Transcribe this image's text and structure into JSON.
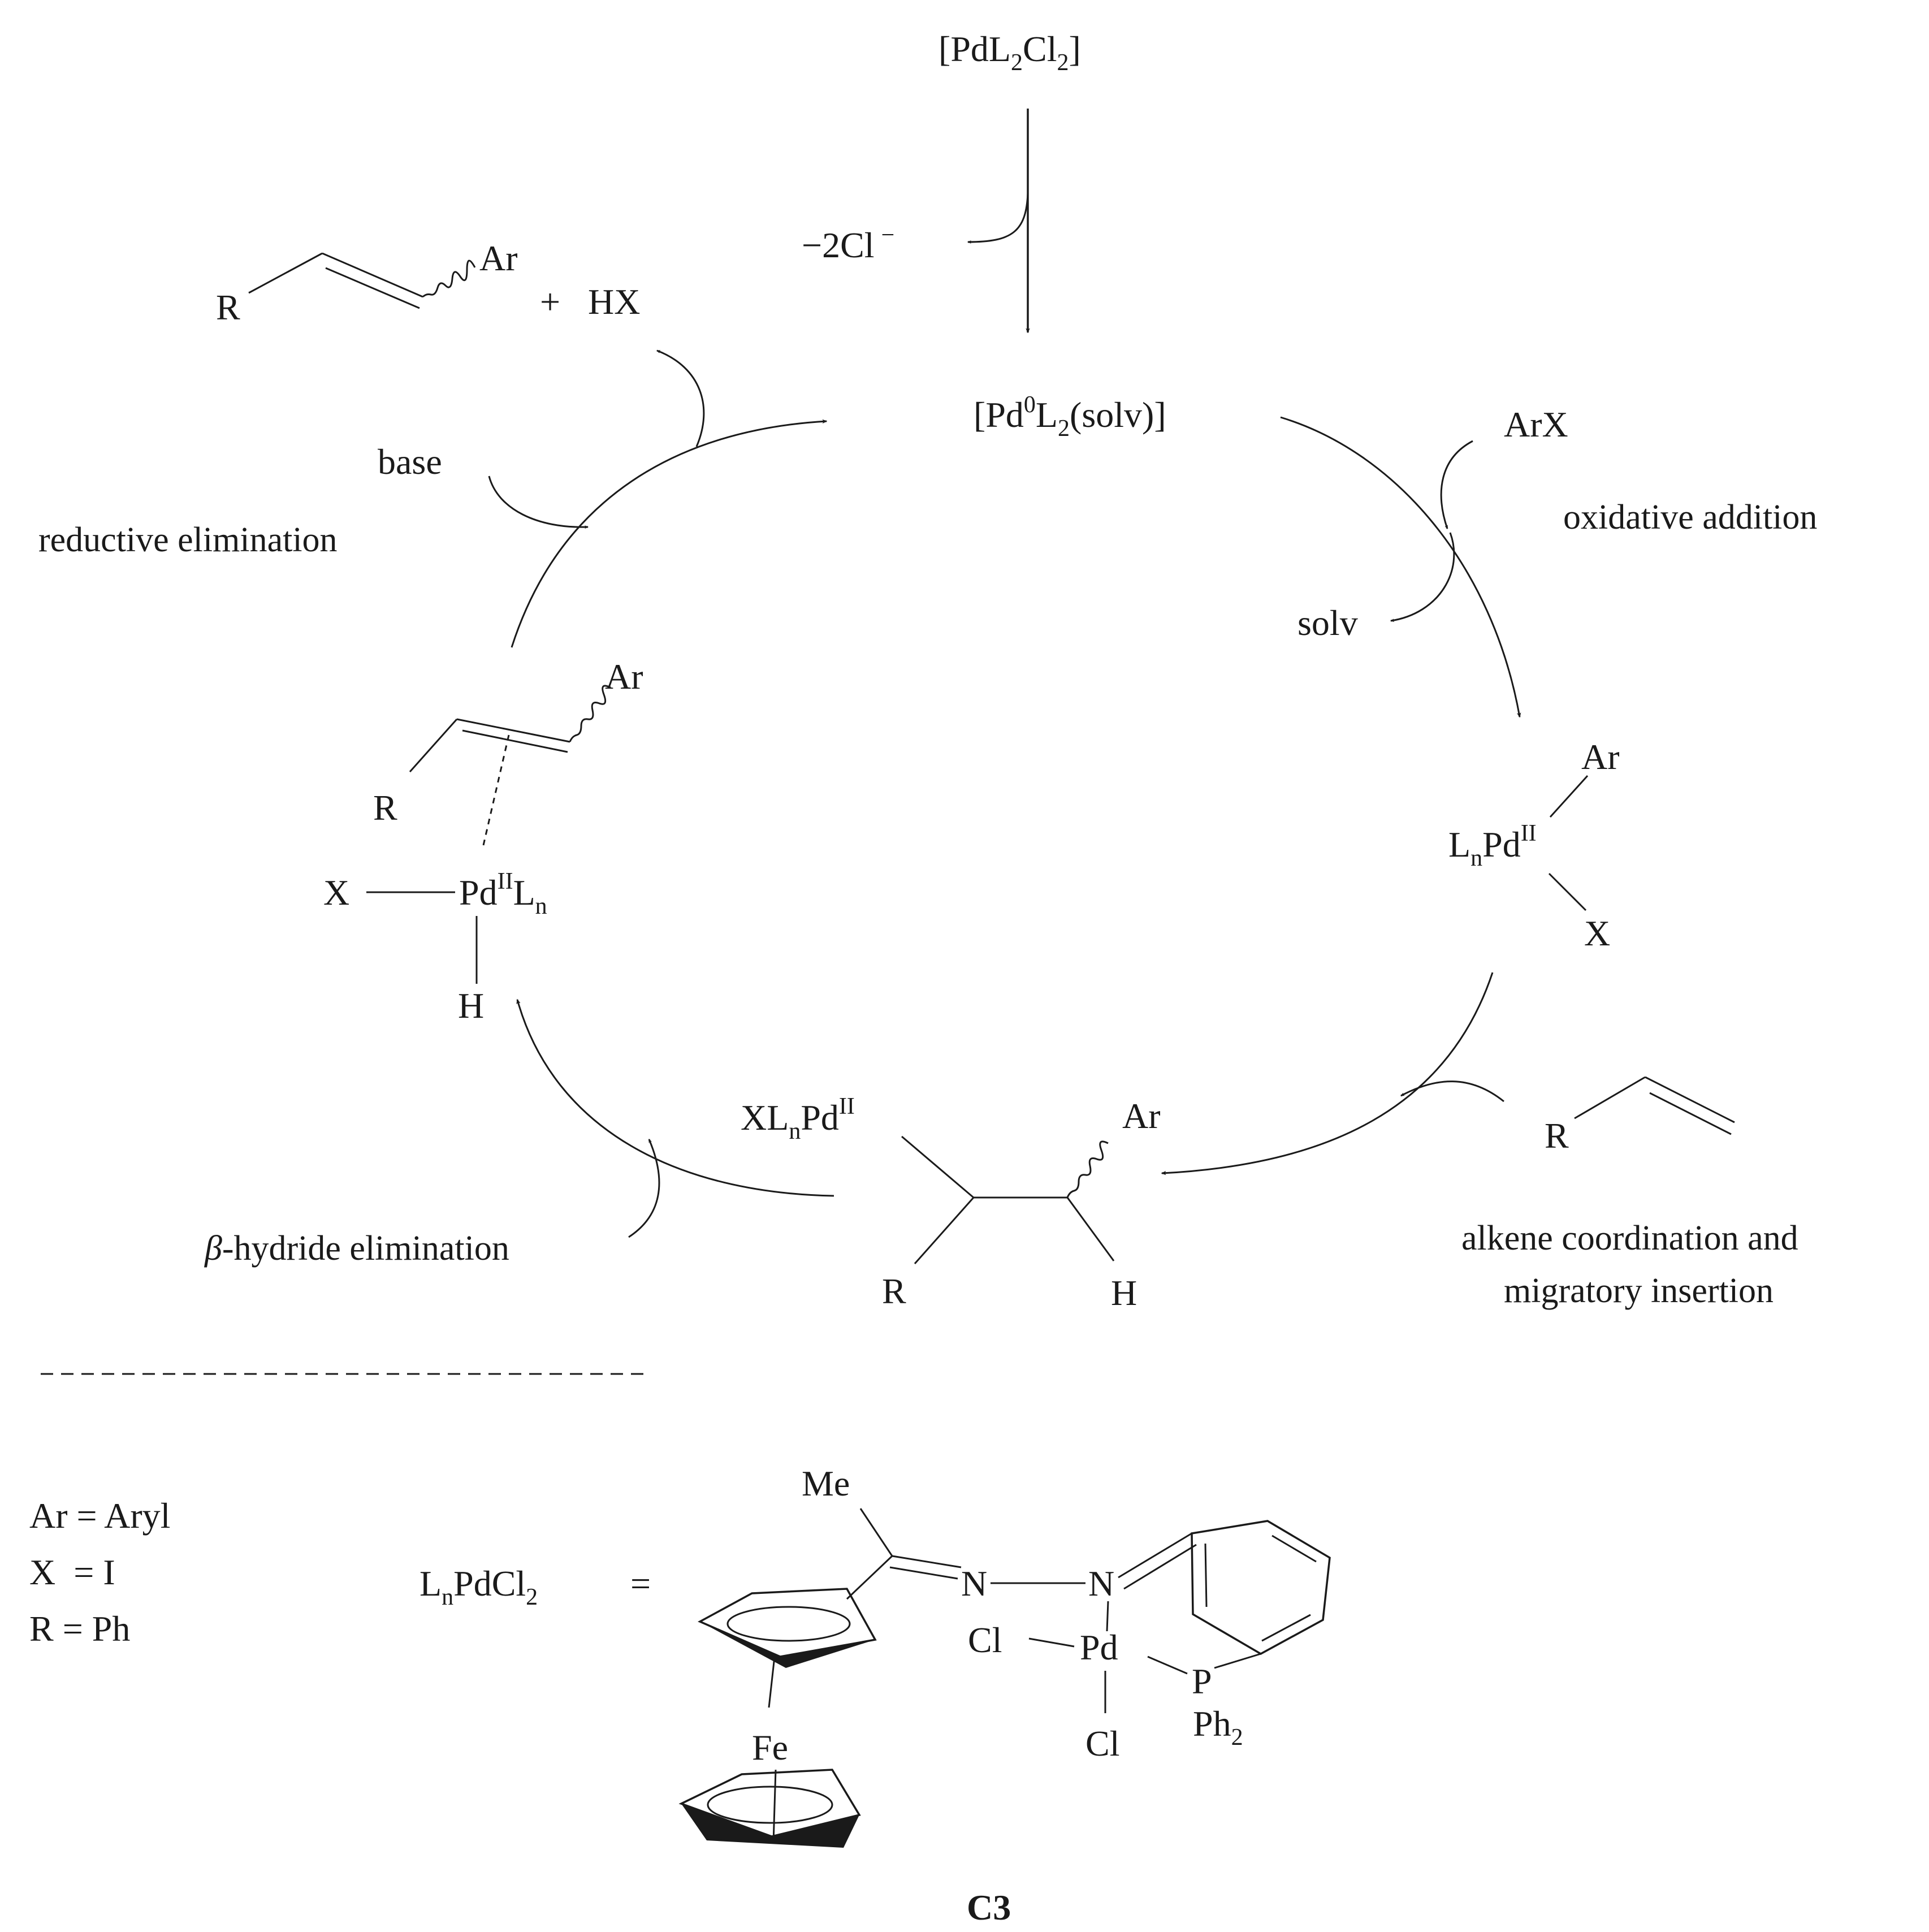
{
  "precatalyst": {
    "open": "[PdL",
    "sub1": "2",
    "cl": "Cl",
    "sub2": "2",
    "close": "]"
  },
  "chloride_loss": {
    "text": "−2Cl",
    "charge": "−"
  },
  "pd0": {
    "open": "[Pd",
    "sup": "0",
    "l": "L",
    "sub": "2",
    "rest": "(solv)]"
  },
  "reagents": {
    "arx": "ArX",
    "solv": "solv",
    "base": "base",
    "hx": "HX",
    "plus": "+"
  },
  "steps": {
    "oxidative_addition": "oxidative addition",
    "reductive_elimination": "reductive elimination",
    "beta_hydride_symbol": "β",
    "beta_hydride_text": "-hydride elimination",
    "alkene_line1": "alkene coordination and",
    "alkene_line2": "migratory insertion"
  },
  "atoms": {
    "ar": "Ar",
    "x": "X",
    "r": "R",
    "h": "H",
    "l": "L",
    "n": "n",
    "pd": "Pd",
    "pd_ox": "II",
    "xl": "XL"
  },
  "legend": {
    "line1": "Ar = Aryl",
    "line2": "X  = I",
    "line3": "R = Ph"
  },
  "ligand_formula": {
    "l": "L",
    "n": "n",
    "pdcl": "PdCl",
    "sub": "2",
    "eq": "="
  },
  "complex": {
    "me": "Me",
    "n": "N",
    "pd": "Pd",
    "cl": "Cl",
    "p": "P",
    "ph": "Ph",
    "ph_sub": "2",
    "fe": "Fe",
    "name": "C3"
  }
}
